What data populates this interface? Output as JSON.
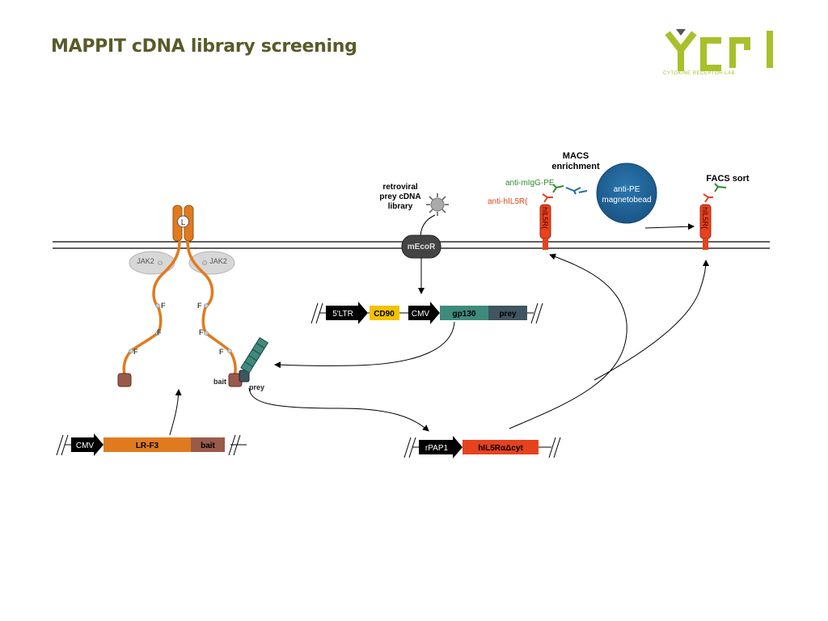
{
  "title": "MAPPIT cDNA library screening",
  "logo": {
    "text": "cri",
    "subtitle": "CYTOKINE RECEPTOR LAB",
    "color": "#a8c02a"
  },
  "receptor": {
    "ligand": "L",
    "jak_left": "JAK2",
    "jak_right": "JAK2",
    "f_marks": [
      "F",
      "F",
      "F",
      "F",
      "F",
      "F"
    ],
    "bait_label": "bait",
    "prey_label": "prey"
  },
  "retroviral_label": [
    "retroviral",
    "prey cDNA",
    "library"
  ],
  "mecor_label": "mEcoR",
  "construct_prey": {
    "segments": [
      "5'LTR",
      "CD90",
      "CMV",
      "gp130",
      "prey"
    ]
  },
  "construct_bait": {
    "segments": [
      "CMV",
      "LR-F3",
      "bait"
    ]
  },
  "construct_reporter": {
    "segments": [
      "rPAP1",
      "hIL5RαΔcyt"
    ]
  },
  "macs": {
    "title_lines": [
      "MACS",
      "enrichment"
    ],
    "anti_migg": "anti-mIgG-PE",
    "anti_hil5r": "anti-hIL5R(",
    "bead_lines": [
      "anti-PE",
      "magnetobead"
    ],
    "receptor_label": "hIL5R("
  },
  "facs": {
    "title": "FACS sort",
    "receptor_label": "hIL5R("
  },
  "colors": {
    "orange": "#e07a1f",
    "red": "#e6421e",
    "teal": "#3e8a7c",
    "green": "#2e8b2e",
    "blue": "#1f5f8f",
    "brown": "#9a5a4a",
    "yellow": "#f2c200"
  }
}
